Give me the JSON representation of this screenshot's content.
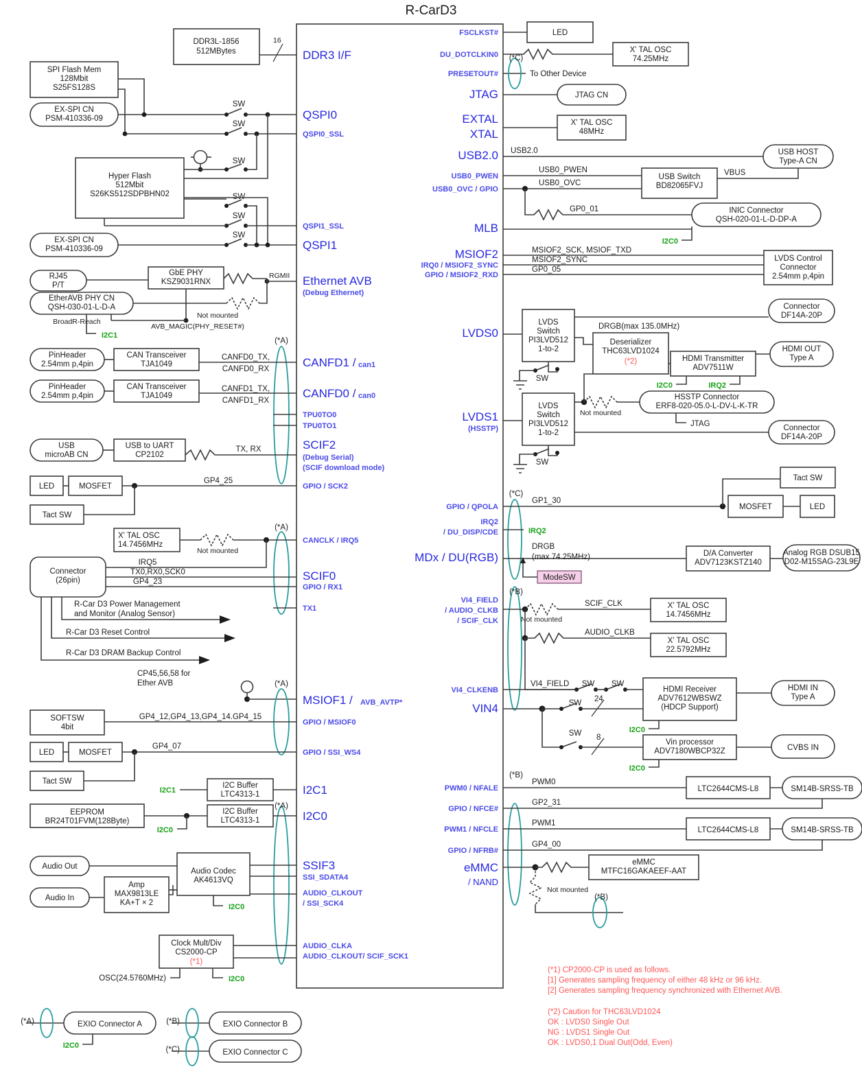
{
  "title": "R-CarD3",
  "chip": {
    "name": "R-CarD3",
    "left_pins": [
      {
        "id": "ddr3",
        "label": "DDR3 I/F",
        "size": "lg"
      },
      {
        "id": "qspi0",
        "label": "QSPI0",
        "size": "lg"
      },
      {
        "id": "qspi0_ssl",
        "label": "QSPI0_SSL",
        "size": "sm"
      },
      {
        "id": "qspi1_ssl",
        "label": "QSPI1_SSL",
        "size": "sm"
      },
      {
        "id": "qspi1",
        "label": "QSPI1",
        "size": "lg"
      },
      {
        "id": "eth_avb",
        "label": "Ethernet AVB",
        "size": "lg"
      },
      {
        "id": "eth_avb_sub",
        "label": "(Debug Ethernet)",
        "size": "sm"
      },
      {
        "id": "canfd1",
        "label": "CANFD1 /",
        "suffix": "can1",
        "size": "lg"
      },
      {
        "id": "canfd0",
        "label": "CANFD0 /",
        "suffix": "can0",
        "size": "lg"
      },
      {
        "id": "tpu0to0",
        "label": "TPU0TO0",
        "size": "sm"
      },
      {
        "id": "tpu0to1",
        "label": "TPU0TO1",
        "size": "sm"
      },
      {
        "id": "scif2",
        "label": "SCIF2",
        "size": "lg"
      },
      {
        "id": "scif2_sub1",
        "label": "(Debug Serial)",
        "size": "sm"
      },
      {
        "id": "scif2_sub2",
        "label": "(SCIF download mode)",
        "size": "sm"
      },
      {
        "id": "gpio_sck2",
        "label": "GPIO / SCK2",
        "size": "sm"
      },
      {
        "id": "canclk_irq5",
        "label": "CANCLK / IRQ5",
        "size": "sm"
      },
      {
        "id": "scif0",
        "label": "SCIF0",
        "size": "lg"
      },
      {
        "id": "gpio_rx1",
        "label": "GPIO / RX1",
        "size": "sm"
      },
      {
        "id": "tx1",
        "label": "TX1",
        "size": "sm"
      },
      {
        "id": "msiof1",
        "label": "MSIOF1 /",
        "suffix": "AVB_AVTP*",
        "size": "lg"
      },
      {
        "id": "gpio_msiof0",
        "label": "GPIO / MSIOF0",
        "size": "sm"
      },
      {
        "id": "gpio_ssi_ws4",
        "label": "GPIO / SSI_WS4",
        "size": "sm"
      },
      {
        "id": "i2c1",
        "label": "I2C1",
        "size": "lg"
      },
      {
        "id": "i2c0",
        "label": "I2C0",
        "size": "lg"
      },
      {
        "id": "ssif3",
        "label": "SSIF3",
        "size": "lg"
      },
      {
        "id": "ssi_sdata4",
        "label": "SSI_SDATA4",
        "size": "sm"
      },
      {
        "id": "audio_clkout",
        "label": "AUDIO_CLKOUT",
        "size": "sm"
      },
      {
        "id": "ssi_sck4",
        "label": "/ SSI_SCK4",
        "size": "sm"
      },
      {
        "id": "audio_clka",
        "label": "AUDIO_CLKA",
        "size": "sm"
      },
      {
        "id": "audio_clkout_scif",
        "label": "AUDIO_CLKOUT/ SCIF_SCK1",
        "size": "sm"
      }
    ],
    "right_pins": [
      {
        "id": "fsclkst",
        "label": "FSCLKST#",
        "size": "sm"
      },
      {
        "id": "du_dotclkin0",
        "label": "DU_DOTCLKIN0",
        "size": "sm"
      },
      {
        "id": "presetout",
        "label": "PRESETOUT#",
        "size": "sm"
      },
      {
        "id": "jtag",
        "label": "JTAG",
        "size": "lg"
      },
      {
        "id": "extal",
        "label": "EXTAL",
        "size": "lg"
      },
      {
        "id": "xtal",
        "label": "XTAL",
        "size": "lg"
      },
      {
        "id": "usb20",
        "label": "USB2.0",
        "size": "lg"
      },
      {
        "id": "usb0_pwen",
        "label": "USB0_PWEN",
        "size": "sm"
      },
      {
        "id": "usb0_ovc",
        "label": "USB0_OVC / GPIO",
        "size": "sm"
      },
      {
        "id": "mlb",
        "label": "MLB",
        "size": "lg"
      },
      {
        "id": "msiof2",
        "label": "MSIOF2",
        "size": "lg"
      },
      {
        "id": "irq0_msiof2_sync",
        "label": "IRQ0 / MSIOF2_SYNC",
        "size": "sm"
      },
      {
        "id": "gpio_msiof2_rxd",
        "label": "GPIO / MSIOF2_RXD",
        "size": "sm"
      },
      {
        "id": "lvds0",
        "label": "LVDS0",
        "size": "lg"
      },
      {
        "id": "lvds1",
        "label": "LVDS1",
        "size": "lg"
      },
      {
        "id": "lvds1_sub",
        "label": "(HSSTP)",
        "size": "sm"
      },
      {
        "id": "gpio_qpola",
        "label": "GPIO / QPOLA",
        "size": "sm"
      },
      {
        "id": "irq2",
        "label": "IRQ2",
        "size": "sm"
      },
      {
        "id": "du_disp_cde",
        "label": "/ DU_DISP/CDE",
        "size": "sm"
      },
      {
        "id": "mdx_du_rgb",
        "label": "MDx / DU(RGB)",
        "size": "lg"
      },
      {
        "id": "vi4_field",
        "label": "VI4_FIELD",
        "size": "sm"
      },
      {
        "id": "audio_clkb_pin",
        "label": "/ AUDIO_CLKB",
        "size": "sm"
      },
      {
        "id": "scif_clk_pin",
        "label": "/ SCIF_CLK",
        "size": "sm"
      },
      {
        "id": "vi4_clkenb",
        "label": "VI4_CLKENB",
        "size": "sm"
      },
      {
        "id": "vin4",
        "label": "VIN4",
        "size": "lg"
      },
      {
        "id": "pwm0_nfale",
        "label": "PWM0 / NFALE",
        "size": "sm"
      },
      {
        "id": "gpio_nfce",
        "label": "GPIO / NFCE#",
        "size": "sm"
      },
      {
        "id": "pwm1_nfcle",
        "label": "PWM1 / NFCLE",
        "size": "sm"
      },
      {
        "id": "gpio_nfrb",
        "label": "GPIO / NFRB#",
        "size": "sm"
      },
      {
        "id": "emmc",
        "label": "eMMC",
        "size": "lg"
      },
      {
        "id": "nand",
        "label": "/ NAND",
        "size": "md"
      }
    ]
  },
  "left_blocks": [
    {
      "id": "ddr3-mem",
      "lines": [
        "DDR3L-1856",
        "512MBytes"
      ],
      "shape": "rect"
    },
    {
      "id": "spi-flash",
      "lines": [
        "SPI Flash Mem",
        "128Mbit",
        "S25FS128S"
      ],
      "shape": "rect"
    },
    {
      "id": "ex-spi-cn-1",
      "lines": [
        "EX-SPI CN",
        "PSM-410336-09"
      ],
      "shape": "round"
    },
    {
      "id": "hyper-flash",
      "lines": [
        "Hyper Flash",
        "512Mbit",
        "S26KS512SDPBHN02"
      ],
      "shape": "rect"
    },
    {
      "id": "ex-spi-cn-2",
      "lines": [
        "EX-SPI CN",
        "PSM-410336-09"
      ],
      "shape": "round"
    },
    {
      "id": "rj45",
      "lines": [
        "RJ45",
        "P/T"
      ],
      "shape": "round"
    },
    {
      "id": "gbe-phy",
      "lines": [
        "GbE PHY",
        "KSZ9031RNX"
      ],
      "shape": "rect"
    },
    {
      "id": "etheravb-phy-cn",
      "lines": [
        "EtherAVB PHY CN",
        "QSH-030-01-L-D-A"
      ],
      "shape": "round"
    },
    {
      "id": "pinheader-1",
      "lines": [
        "PinHeader",
        "2.54mm p,4pin"
      ],
      "shape": "round"
    },
    {
      "id": "can-transceiver-1",
      "lines": [
        "CAN Transceiver",
        "TJA1049"
      ],
      "shape": "rect"
    },
    {
      "id": "pinheader-2",
      "lines": [
        "PinHeader",
        "2.54mm p,4pin"
      ],
      "shape": "round"
    },
    {
      "id": "can-transceiver-2",
      "lines": [
        "CAN Transceiver",
        "TJA1049"
      ],
      "shape": "rect"
    },
    {
      "id": "usb-microab-cn",
      "lines": [
        "USB",
        "microAB CN"
      ],
      "shape": "round"
    },
    {
      "id": "usb-to-uart",
      "lines": [
        "USB to UART",
        "CP2102"
      ],
      "shape": "rect"
    },
    {
      "id": "led-1",
      "lines": [
        "LED"
      ],
      "shape": "rect"
    },
    {
      "id": "mosfet-1",
      "lines": [
        "MOSFET"
      ],
      "shape": "rect"
    },
    {
      "id": "tact-sw-1",
      "lines": [
        "Tact SW"
      ],
      "shape": "rect"
    },
    {
      "id": "xtal-osc-14a",
      "lines": [
        "X' TAL OSC",
        "14.7456MHz"
      ],
      "shape": "rect"
    },
    {
      "id": "connector-26pin",
      "lines": [
        "Connector",
        "(26pin)"
      ],
      "shape": "round"
    },
    {
      "id": "softsw",
      "lines": [
        "SOFTSW",
        "4bit"
      ],
      "shape": "rect"
    },
    {
      "id": "led-2",
      "lines": [
        "LED"
      ],
      "shape": "rect"
    },
    {
      "id": "mosfet-2",
      "lines": [
        "MOSFET"
      ],
      "shape": "rect"
    },
    {
      "id": "tact-sw-2",
      "lines": [
        "Tact SW"
      ],
      "shape": "rect"
    },
    {
      "id": "i2c-buffer-1",
      "lines": [
        "I2C Buffer",
        "LTC4313-1"
      ],
      "shape": "rect"
    },
    {
      "id": "eeprom",
      "lines": [
        "EEPROM",
        "BR24T01FVM(128Byte)"
      ],
      "shape": "rect"
    },
    {
      "id": "i2c-buffer-2",
      "lines": [
        "I2C Buffer",
        "LTC4313-1"
      ],
      "shape": "rect"
    },
    {
      "id": "audio-out",
      "lines": [
        "Audio Out"
      ],
      "shape": "round"
    },
    {
      "id": "audio-in",
      "lines": [
        "Audio In"
      ],
      "shape": "round"
    },
    {
      "id": "amp",
      "lines": [
        "Amp",
        "MAX9813LE",
        "KA+T × 2"
      ],
      "shape": "rect"
    },
    {
      "id": "audio-codec",
      "lines": [
        "Audio Codec",
        "AK4613VQ"
      ],
      "shape": "rect"
    },
    {
      "id": "clock-mult-div",
      "lines": [
        "Clock Mult/Div",
        "CS2000-CP"
      ],
      "note": "(*1)",
      "shape": "rect"
    }
  ],
  "right_blocks": [
    {
      "id": "led-fsclkst",
      "lines": [
        "LED"
      ],
      "shape": "rect"
    },
    {
      "id": "xtal-osc-7425",
      "lines": [
        "X' TAL OSC",
        "74.25MHz"
      ],
      "shape": "rect"
    },
    {
      "id": "jtag-cn",
      "lines": [
        "JTAG CN"
      ],
      "shape": "round"
    },
    {
      "id": "xtal-osc-48",
      "lines": [
        "X' TAL OSC",
        "48MHz"
      ],
      "shape": "rect"
    },
    {
      "id": "usb-host-cn",
      "lines": [
        "USB HOST",
        "Type-A CN"
      ],
      "shape": "round"
    },
    {
      "id": "usb-switch",
      "lines": [
        "USB Switch",
        "BD82065FVJ"
      ],
      "shape": "rect"
    },
    {
      "id": "inic-connector",
      "lines": [
        "INIC Connector",
        "QSH-020-01-L-D-DP-A"
      ],
      "shape": "round"
    },
    {
      "id": "lvds-control-connector",
      "lines": [
        "LVDS Control",
        "Connector",
        "2.54mm p,4pin"
      ],
      "shape": "rect"
    },
    {
      "id": "connector-df14a-1",
      "lines": [
        "Connector",
        "DF14A-20P"
      ],
      "shape": "round"
    },
    {
      "id": "lvds-switch-0",
      "lines": [
        "LVDS",
        "Switch",
        "PI3LVD512",
        "1-to-2"
      ],
      "shape": "rect"
    },
    {
      "id": "deserializer",
      "lines": [
        "Deserializer",
        "THC63LVD1024"
      ],
      "note": "(*2)",
      "shape": "rect"
    },
    {
      "id": "hdmi-transmitter",
      "lines": [
        "HDMI Transmitter",
        "ADV7511W"
      ],
      "shape": "rect"
    },
    {
      "id": "hdmi-out",
      "lines": [
        "HDMI OUT",
        "Type A"
      ],
      "shape": "round"
    },
    {
      "id": "hsstp-connector",
      "lines": [
        "HSSTP Connector",
        "ERF8-020-05.0-L-DV-L-K-TR"
      ],
      "shape": "round"
    },
    {
      "id": "lvds-switch-1",
      "lines": [
        "LVDS",
        "Switch",
        "PI3LVD512",
        "1-to-2"
      ],
      "shape": "rect"
    },
    {
      "id": "connector-df14a-2",
      "lines": [
        "Connector",
        "DF14A-20P"
      ],
      "shape": "round"
    },
    {
      "id": "tact-sw-3",
      "lines": [
        "Tact SW"
      ],
      "shape": "rect"
    },
    {
      "id": "mosfet-3",
      "lines": [
        "MOSFET"
      ],
      "shape": "rect"
    },
    {
      "id": "led-3",
      "lines": [
        "LED"
      ],
      "shape": "rect"
    },
    {
      "id": "da-converter",
      "lines": [
        "D/A Converter",
        "ADV7123KSTZ140"
      ],
      "shape": "rect"
    },
    {
      "id": "analog-rgb",
      "lines": [
        "Analog RGB DSUB15",
        "D02-M15SAG-23L9E"
      ],
      "shape": "round"
    },
    {
      "id": "xtal-osc-14b",
      "lines": [
        "X' TAL OSC",
        "14.7456MHz"
      ],
      "shape": "rect"
    },
    {
      "id": "xtal-osc-2257",
      "lines": [
        "X' TAL OSC",
        "22.5792MHz"
      ],
      "shape": "rect"
    },
    {
      "id": "hdmi-receiver",
      "lines": [
        "HDMI Receiver",
        "ADV7612WBSWZ",
        "(HDCP Support)"
      ],
      "shape": "rect"
    },
    {
      "id": "hdmi-in",
      "lines": [
        "HDMI IN",
        "Type A"
      ],
      "shape": "round"
    },
    {
      "id": "vin-processor",
      "lines": [
        "Vin processor",
        "ADV7180WBCP32Z"
      ],
      "shape": "rect"
    },
    {
      "id": "cvbs-in",
      "lines": [
        "CVBS IN"
      ],
      "shape": "round"
    },
    {
      "id": "ltc2644-1",
      "lines": [
        "LTC2644CMS-L8"
      ],
      "shape": "rect"
    },
    {
      "id": "sm14b-1",
      "lines": [
        "SM14B-SRSS-TB"
      ],
      "shape": "round"
    },
    {
      "id": "ltc2644-2",
      "lines": [
        "LTC2644CMS-L8"
      ],
      "shape": "rect"
    },
    {
      "id": "sm14b-2",
      "lines": [
        "SM14B-SRSS-TB"
      ],
      "shape": "round"
    },
    {
      "id": "emmc-chip",
      "lines": [
        "eMMC",
        "MTFC16GAKAEEF-AAT"
      ],
      "shape": "rect"
    }
  ],
  "signal_labels": {
    "bus16": "16",
    "sw": "SW",
    "rgmii": "RGMII",
    "not_mounted": "Not mounted",
    "avb_magic": "AVB_MAGIC(PHY_RESET#)",
    "broadr_reach": "BroadR-Reach",
    "canfd0_tx": "CANFD0_TX,",
    "canfd0_rx": "CANFD0_RX",
    "canfd1_tx": "CANFD1_TX,",
    "canfd1_rx": "CANFD1_RX",
    "tx_rx": "TX, RX",
    "gp4_25": "GP4_25",
    "irq5": "IRQ5",
    "tx0rx0sck0": "TX0,RX0,SCK0",
    "gp4_23": "GP4_23",
    "pm_monitor_1": "R-Car D3 Power Management",
    "pm_monitor_2": "and Monitor (Analog Sensor)",
    "reset_control": "R-Car D3 Reset Control",
    "dram_backup": "R-Car D3 DRAM Backup Control",
    "cp_ether_1": "CP45,56,58 for",
    "cp_ether_2": "Ether AVB",
    "gp4_12_15": "GP4_12,GP4_13,GP4_14.GP4_15",
    "gp4_07": "GP4_07",
    "osc_24576": "OSC(24.5760MHz)",
    "usb20_sig": "USB2.0",
    "usb0_pwen_sig": "USB0_PWEN",
    "usb0_ovc_sig": "USB0_OVC",
    "vbus": "VBUS",
    "gp0_01": "GP0_01",
    "to_other_device": "To Other Device",
    "msiof2_sck_txd": "MSIOF2_SCK, MSIOF_TXD",
    "msiof2_sync": "MSIOF2_SYNC",
    "gp0_05": "GP0_05",
    "drgb_135": "DRGB(max 135.0MHz)",
    "jtag_sig": "JTAG",
    "gp1_30": "GP1_30",
    "irq2_sig": "IRQ2",
    "drgb": "DRGB",
    "max7425": "(max 74.25MHz)",
    "modesw": "ModeSW",
    "scif_clk": "SCIF_CLK",
    "audio_clkb": "AUDIO_CLKB",
    "vi4_field_sig": "VI4_FIELD",
    "num24": "24",
    "num8": "8",
    "pwm0": "PWM0",
    "gp2_31": "GP2_31",
    "pwm1": "PWM1",
    "gp4_00": "GP4_00",
    "i2c0": "I2C0",
    "i2c1": "I2C1"
  },
  "markers": {
    "a": "(*A)",
    "b": "(*B)",
    "c": "(*C)",
    "n1": "(*1)",
    "n2": "(*2)"
  },
  "exio": [
    {
      "id": "exio-a",
      "marker": "(*A)",
      "label": "EXIO Connector A",
      "sub": "I2C0"
    },
    {
      "id": "exio-b",
      "marker": "(*B)",
      "label": "EXIO Connector B",
      "sub": ""
    },
    {
      "id": "exio-c",
      "marker": "(*C)",
      "label": "EXIO Connector C",
      "sub": ""
    }
  ],
  "notes": [
    "(*1) CP2000-CP is used as follows.",
    "  [1] Generates sampling frequency of either 48 kHz or 96 kHz.",
    "  [2] Generates sampling frequency synchronized with Ethernet AVB.",
    "(*2) Caution for THC63LVD1024",
    " OK : LVDS0 Single Out",
    " NG : LVDS1 Single Out",
    " OK : LVDS0,1 Dual Out(Odd, Even)"
  ],
  "colors": {
    "pin_blue": "#2727e0",
    "i2c_green": "#16a016",
    "note_red": "#ff5555",
    "teal": "#2a9d9d",
    "modesw_pink": "#f6cfe8"
  }
}
